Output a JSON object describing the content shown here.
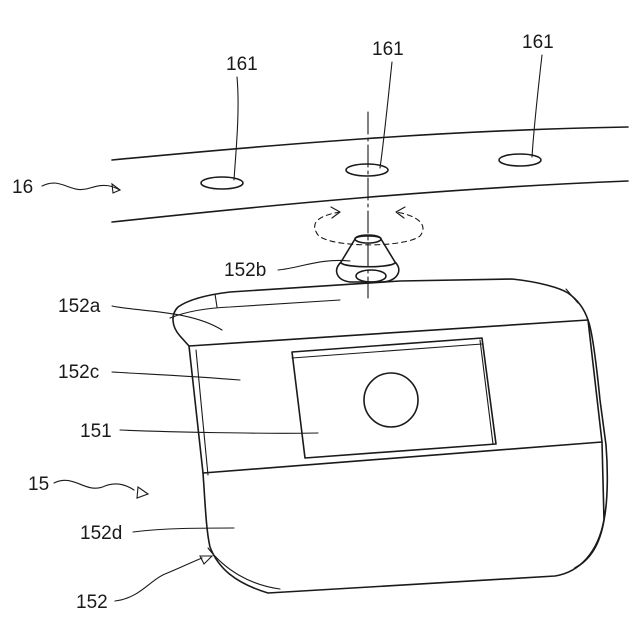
{
  "labels": {
    "ref_161_left": "161",
    "ref_161_center": "161",
    "ref_161_right": "161",
    "ref_16": "16",
    "ref_152b": "152b",
    "ref_152a": "152a",
    "ref_152c": "152c",
    "ref_151": "151",
    "ref_15": "15",
    "ref_152d": "152d",
    "ref_152": "152"
  }
}
